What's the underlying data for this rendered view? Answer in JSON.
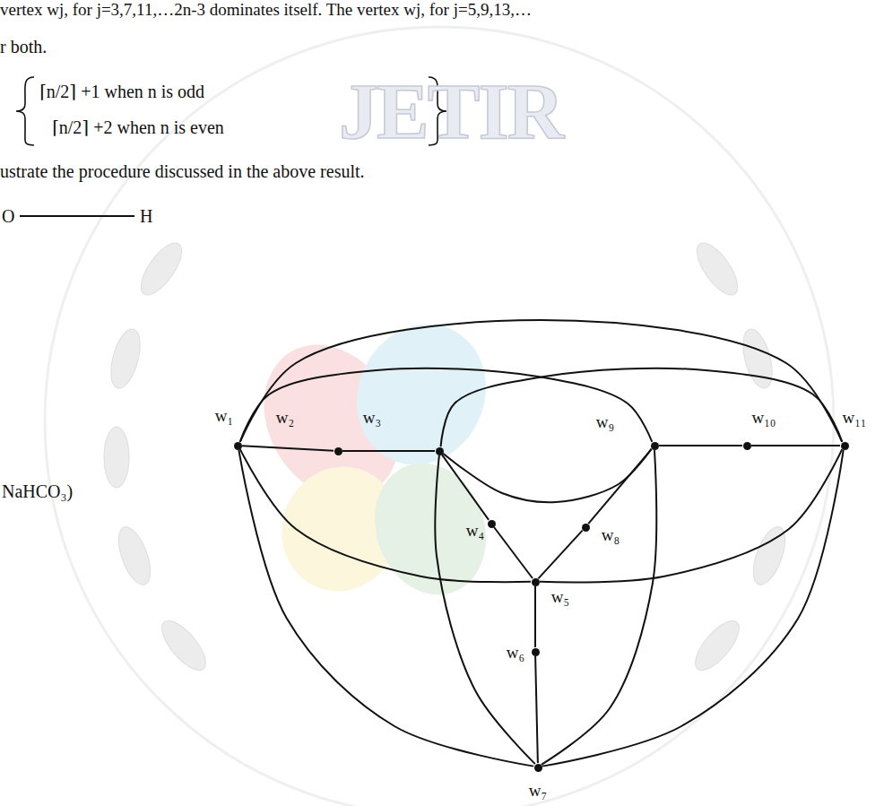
{
  "diagram": {
    "nodes": [
      {
        "text": [
          "w₁"
        ]
      },
      {
        "text": [
          "w₂"
        ]
      },
      {
        "text": [
          "w₃"
        ]
      },
      {
        "text": [
          "w₄"
        ]
      },
      {
        "text": [
          "w₅"
        ]
      },
      {
        "text": [
          "w₆"
        ]
      },
      {
        "text": [
          "w₇"
        ]
      },
      {
        "text": [
          "w₈"
        ]
      },
      {
        "text": [
          "w₉"
        ]
      },
      {
        "text": [
          "w₁₀"
        ]
      },
      {
        "text": [
          "w₁₁"
        ]
      }
    ],
    "edges": [
      {
        "from": 0,
        "to": 1,
        "arrow": "none"
      },
      {
        "from": 1,
        "to": 2,
        "arrow": "none"
      },
      {
        "from": 8,
        "to": 9,
        "arrow": "none"
      },
      {
        "from": 9,
        "to": 10,
        "arrow": "none"
      },
      {
        "from": 2,
        "to": 3,
        "arrow": "none"
      },
      {
        "from": 3,
        "to": 4,
        "arrow": "none"
      },
      {
        "from": 8,
        "to": 7,
        "arrow": "none"
      },
      {
        "from": 7,
        "to": 4,
        "arrow": "none"
      },
      {
        "from": 4,
        "to": 5,
        "arrow": "none"
      },
      {
        "from": 5,
        "to": 6,
        "arrow": "none"
      },
      {
        "from": 0,
        "to": 10,
        "arrow": "none"
      },
      {
        "from": 0,
        "to": 8,
        "arrow": "none"
      },
      {
        "from": 2,
        "to": 10,
        "arrow": "none"
      },
      {
        "from": 2,
        "to": 8,
        "arrow": "none"
      },
      {
        "from": 0,
        "to": 4,
        "arrow": "none"
      },
      {
        "from": 4,
        "to": 10,
        "arrow": "none"
      },
      {
        "from": 0,
        "to": 6,
        "arrow": "none"
      },
      {
        "from": 10,
        "to": 6,
        "arrow": "none"
      },
      {
        "from": 2,
        "to": 6,
        "arrow": "none"
      },
      {
        "from": 8,
        "to": 6,
        "arrow": "none"
      }
    ],
    "labels": [
      "vertex wj, for j=3,7,11,…2n-3 dominates itself. The vertex wj, for j=5,9,13,…",
      "r both.",
      "⌈n/2⌉ +1  when n is odd",
      "⌈n/2⌉ +2 when n is even",
      "ustrate the procedure discussed in the above result.",
      "O",
      "H",
      "NaHCO₃)",
      "JETIR"
    ]
  }
}
